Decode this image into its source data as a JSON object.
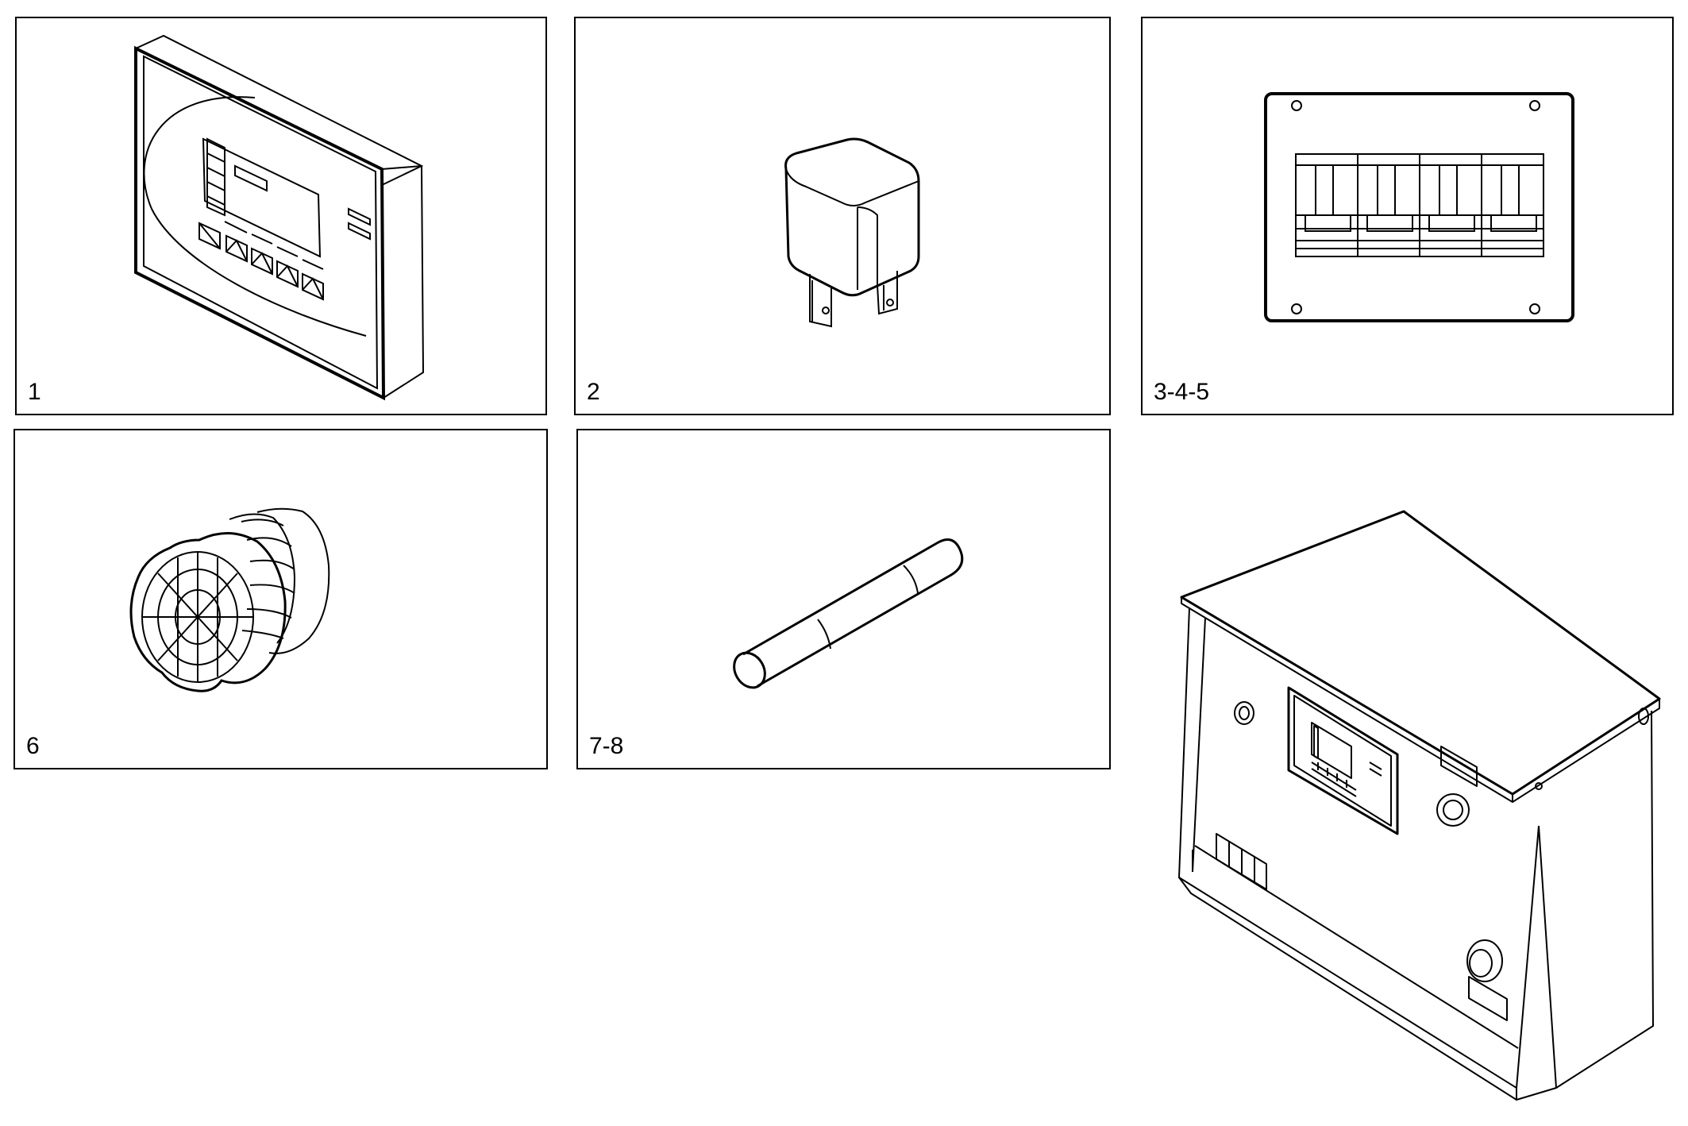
{
  "panels": [
    {
      "id": "p1",
      "label": "1",
      "part": "control-module"
    },
    {
      "id": "p2",
      "label": "2",
      "part": "relay"
    },
    {
      "id": "p3",
      "label": "3-4-5",
      "part": "circuit-breaker-block"
    },
    {
      "id": "p6",
      "label": "6",
      "part": "buzzer"
    },
    {
      "id": "p7",
      "label": "7-8",
      "part": "cartridge-fuse"
    }
  ],
  "assembly": {
    "part": "electrical-control-box"
  }
}
